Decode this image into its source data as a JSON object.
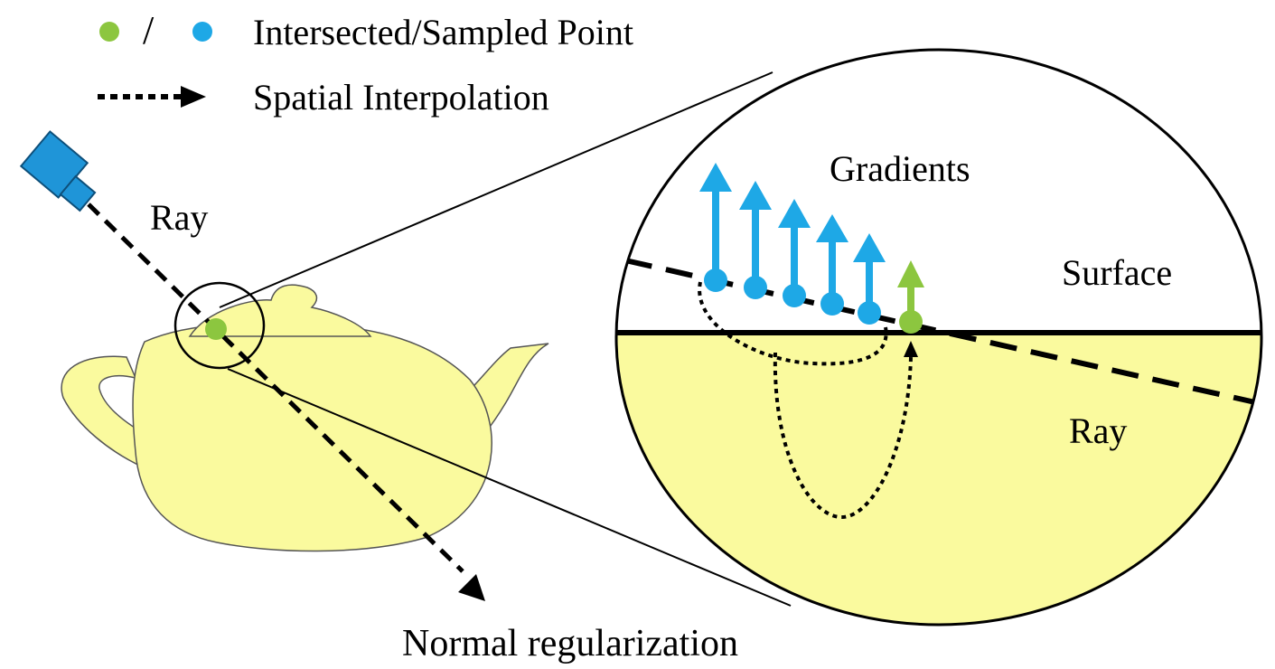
{
  "legend": {
    "separator": "/",
    "points_label": "Intersected/Sampled Point",
    "interp_label": "Spatial Interpolation"
  },
  "labels": {
    "ray_left": "Ray",
    "gradients": "Gradients",
    "surface": "Surface",
    "ray_right": "Ray",
    "caption": "Normal regularization"
  },
  "colors": {
    "intersected_point": "#8cc63f",
    "sampled_point": "#1ea8e6",
    "camera": "#1f95d8",
    "teapot": "#fafa9e",
    "outline": "#000000"
  },
  "icons": [
    "camera-icon",
    "teapot-icon",
    "magnifier-circle"
  ]
}
